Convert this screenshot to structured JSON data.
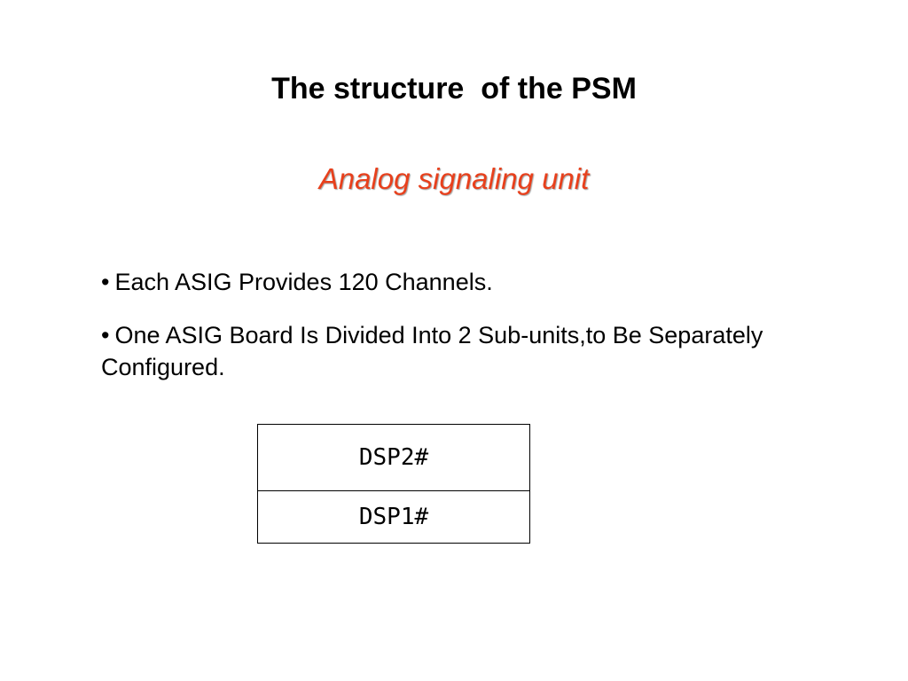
{
  "slide": {
    "title": "The structure  of the PSM",
    "subtitle": "Analog signaling unit",
    "bullets": [
      "Each ASIG Provides 120 Channels.",
      "One ASIG Board Is Divided Into 2 Sub-units,to Be Separately Configured."
    ],
    "bullet_glyph": "•",
    "table": {
      "rows": [
        "DSP2#",
        "DSP1#"
      ]
    },
    "colors": {
      "subtitle": "#e8401c",
      "text": "#000000",
      "background": "#ffffff"
    }
  }
}
